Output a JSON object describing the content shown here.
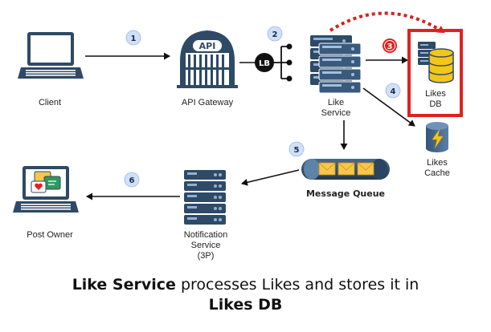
{
  "nodes": {
    "client": "Client",
    "api_gateway": "API Gateway",
    "api_text": "API",
    "lb": "LB",
    "like_service": [
      "Like",
      "Service"
    ],
    "likes_db": [
      "Likes",
      "DB"
    ],
    "likes_cache": [
      "Likes",
      "Cache"
    ],
    "message_queue": "Message Queue",
    "notification_service": [
      "Notification",
      "Service",
      "(3P)"
    ],
    "post_owner": "Post Owner"
  },
  "steps": [
    "1",
    "2",
    "3",
    "4",
    "5",
    "6"
  ],
  "caption": {
    "bold_1": "Like Service",
    "text": " processes Likes and stores it in",
    "bold_2": "Likes DB"
  },
  "colors": {
    "badge_fill": "#cfe0f8",
    "badge_red": "#e0221f",
    "server": "#2e4a66",
    "db_yellow": "#f5c518",
    "highlight": "#e0221f",
    "cache": "#3f6185",
    "queue_body": "#2e4a66",
    "envelope": "#f7c64a"
  }
}
